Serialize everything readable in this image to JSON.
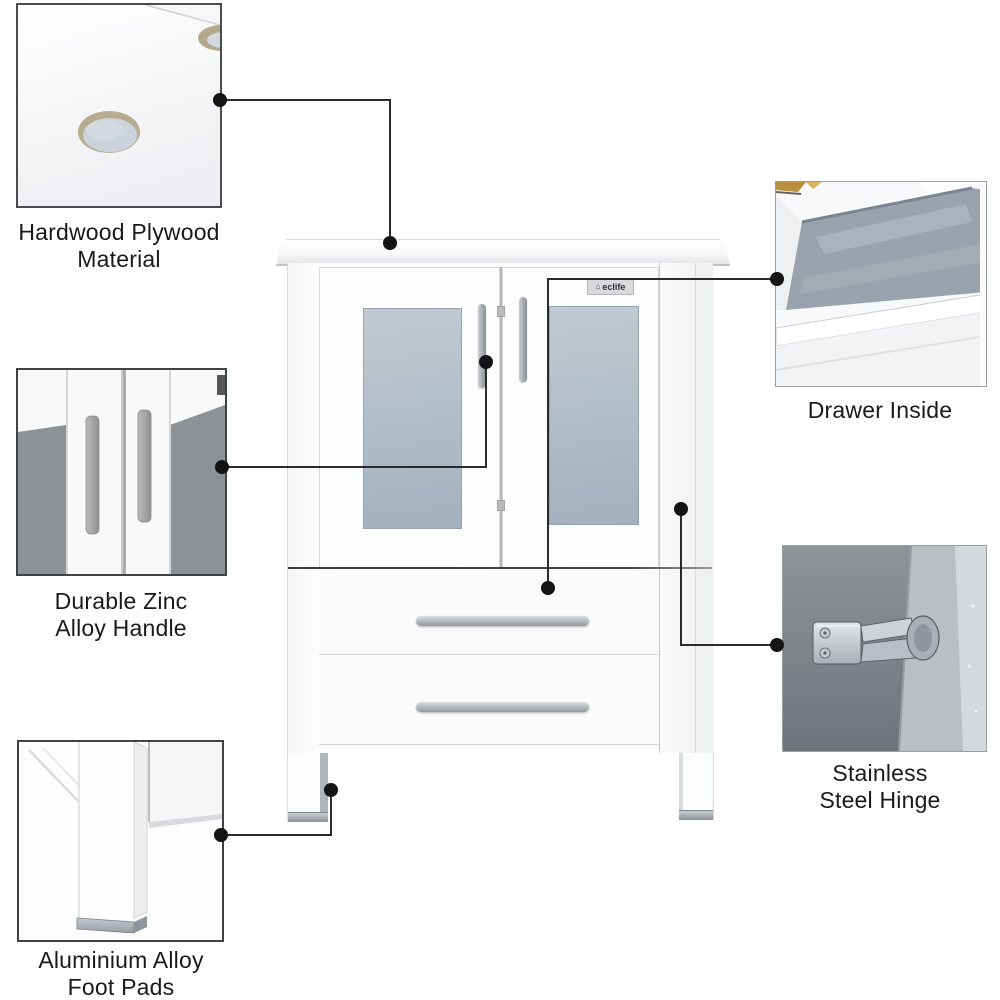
{
  "diagram": {
    "brand_logo": "eclife",
    "features": {
      "material": {
        "line1": "Hardwood Plywood",
        "line2": "Material"
      },
      "handle": {
        "line1": "Durable Zinc",
        "line2": "Alloy Handle"
      },
      "drawer": {
        "line1": "Drawer Inside"
      },
      "hinge": {
        "line1": "Stainless",
        "line2": "Steel Hinge"
      },
      "footpads": {
        "line1": "Aluminium Alloy",
        "line2": "Foot Pads"
      }
    },
    "colors": {
      "connector_line": "#2b2b2b",
      "connector_dot": "#141414",
      "label_text": "#1a1a1a",
      "door_glass": "#aebac6",
      "inset_glass_gray": "#8d9296",
      "hinge_background_gray": "#7e8387",
      "silver_hardware": "#c0c5ca",
      "plywood_rim_tan": "#b8ac90",
      "cabinet_white": "#fbfcfc"
    }
  }
}
